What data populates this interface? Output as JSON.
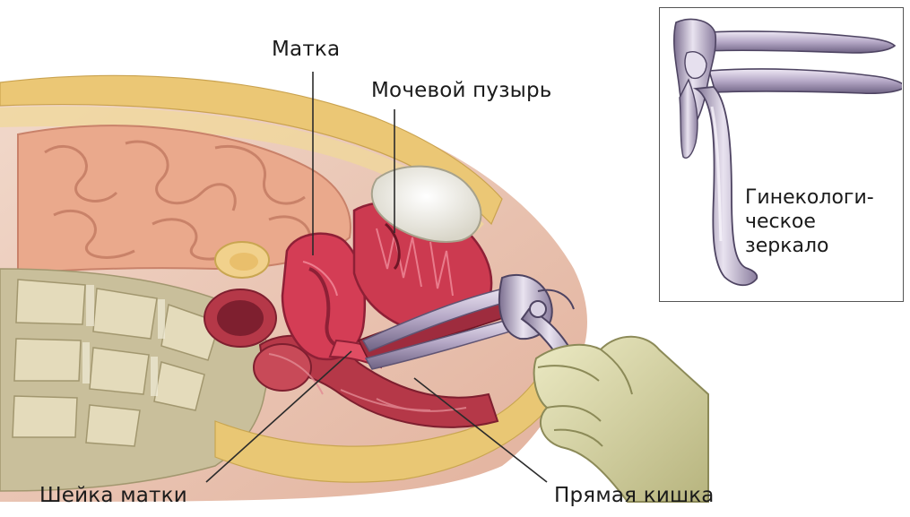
{
  "labels": {
    "uterus": "Матка",
    "bladder": "Мочевой пузырь",
    "cervix": "Шейка матки",
    "rectum": "Прямая кишка"
  },
  "inset": {
    "label_lines": [
      "Гинекологи-",
      "ческое",
      "зеркало"
    ]
  },
  "colors": {
    "skin": "#eac7b6",
    "fat": "#e9c774",
    "muscle": "#c7354b",
    "intestine": "#e8a98c",
    "bone": "#ddd3b3",
    "instrument": "#aa9cbd",
    "glove": "#d8d7a6"
  }
}
